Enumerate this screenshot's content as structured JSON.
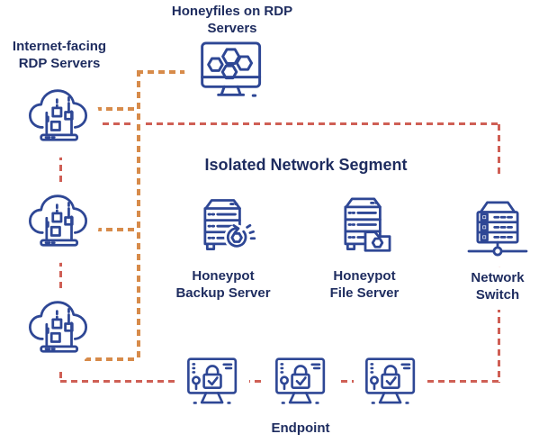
{
  "colors": {
    "background": "#ffffff",
    "icon_blue": "#2e4795",
    "text_navy": "#1e2c5f",
    "line_orange": "#d78b4a",
    "line_red": "#cf5f55"
  },
  "diagram": {
    "segment_title": "Isolated Network Segment",
    "nodes": {
      "internet_rdp": {
        "label": "Internet-facing\nRDP Servers",
        "icon": "cloud-laptop-icon",
        "count": 3
      },
      "honeyfiles": {
        "label": "Honeyfiles on RDP\nServers",
        "icon": "monitor-honeycomb-icon",
        "count": 1
      },
      "honeypot_backup": {
        "label": "Honeypot\nBackup Server",
        "icon": "server-backup-icon",
        "count": 1
      },
      "honeypot_file": {
        "label": "Honeypot\nFile Server",
        "icon": "server-folder-icon",
        "count": 1
      },
      "network_switch": {
        "label": "Network\nSwitch",
        "icon": "network-switch-icon",
        "count": 1
      },
      "endpoint": {
        "label": "Endpoint",
        "icon": "monitor-lock-icon",
        "count": 3
      }
    },
    "connections": [
      {
        "from": "internet_rdp",
        "to": "honeyfiles",
        "color": "orange",
        "style": "dashed"
      },
      {
        "from": "internet_rdp",
        "to": "network_switch",
        "color": "red",
        "style": "dashed"
      },
      {
        "from": "network_switch",
        "to": "endpoint",
        "color": "red",
        "style": "dashed"
      },
      {
        "from": "endpoint",
        "to": "internet_rdp",
        "color": "red",
        "style": "dashed"
      }
    ]
  }
}
